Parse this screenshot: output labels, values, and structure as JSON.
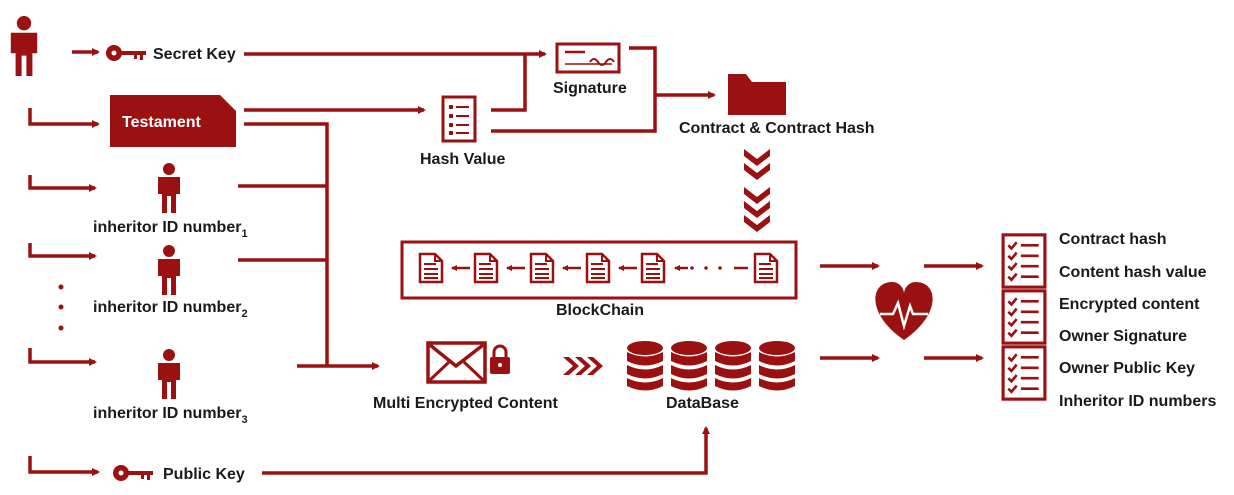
{
  "colors": {
    "accent": "#9b1010",
    "text": "#1a1a1a",
    "background": "#ffffff"
  },
  "labels": {
    "secret_key": "Secret Key",
    "testament": "Testament",
    "inheritor_1": "inheritor ID number",
    "inheritor_1_sub": "1",
    "inheritor_2": "inheritor ID number",
    "inheritor_2_sub": "2",
    "inheritor_3": "inheritor ID number",
    "inheritor_3_sub": "3",
    "public_key": "Public Key",
    "hash_value": "Hash Value",
    "signature": "Signature",
    "contract": "Contract & Contract Hash",
    "blockchain": "BlockChain",
    "multi_encrypted": "Multi Encrypted Content",
    "database": "DataBase",
    "out_1": "Contract hash",
    "out_2": "Content hash value",
    "out_3": "Encrypted content",
    "out_4": "Owner Signature",
    "out_5": "Owner Public Key",
    "out_6": "Inheritor ID numbers"
  },
  "icons": [
    "person-icon",
    "key-icon",
    "document-icon",
    "signature-icon",
    "folder-icon",
    "block-icon",
    "envelope-icon",
    "lock-icon",
    "database-icon",
    "heart-icon",
    "checklist-icon"
  ]
}
